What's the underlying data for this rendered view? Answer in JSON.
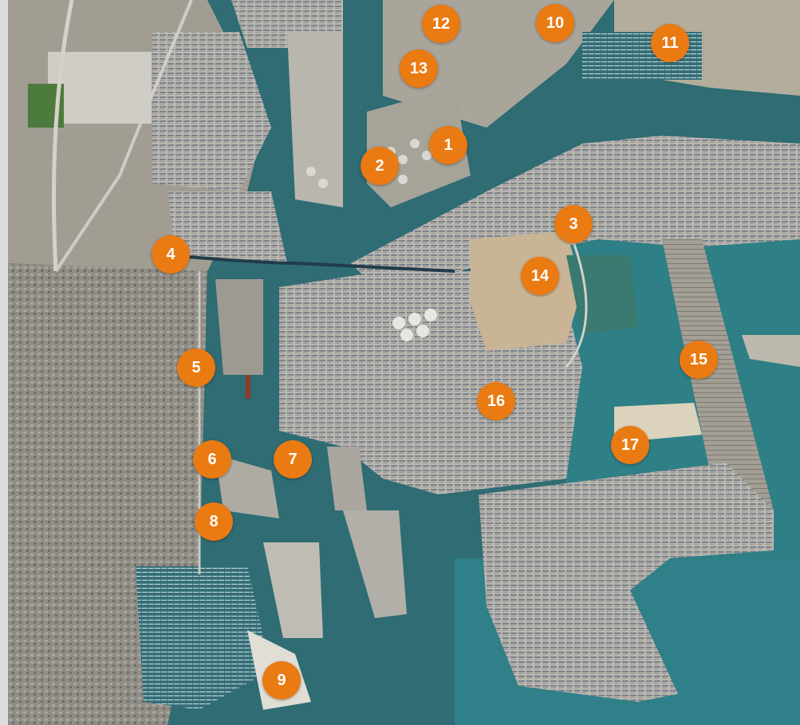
{
  "map": {
    "marker_color": "#ea7a12",
    "marker_text_color": "#ffffff",
    "water_color": "#2f6c74",
    "markers": [
      {
        "id": "1",
        "label": "1"
      },
      {
        "id": "2",
        "label": "2"
      },
      {
        "id": "3",
        "label": "3"
      },
      {
        "id": "4",
        "label": "4"
      },
      {
        "id": "5",
        "label": "5"
      },
      {
        "id": "6",
        "label": "6"
      },
      {
        "id": "7",
        "label": "7"
      },
      {
        "id": "8",
        "label": "8"
      },
      {
        "id": "9",
        "label": "9"
      },
      {
        "id": "10",
        "label": "10"
      },
      {
        "id": "11",
        "label": "11"
      },
      {
        "id": "12",
        "label": "12"
      },
      {
        "id": "13",
        "label": "13"
      },
      {
        "id": "14",
        "label": "14"
      },
      {
        "id": "15",
        "label": "15"
      },
      {
        "id": "16",
        "label": "16"
      },
      {
        "id": "17",
        "label": "17"
      }
    ]
  }
}
